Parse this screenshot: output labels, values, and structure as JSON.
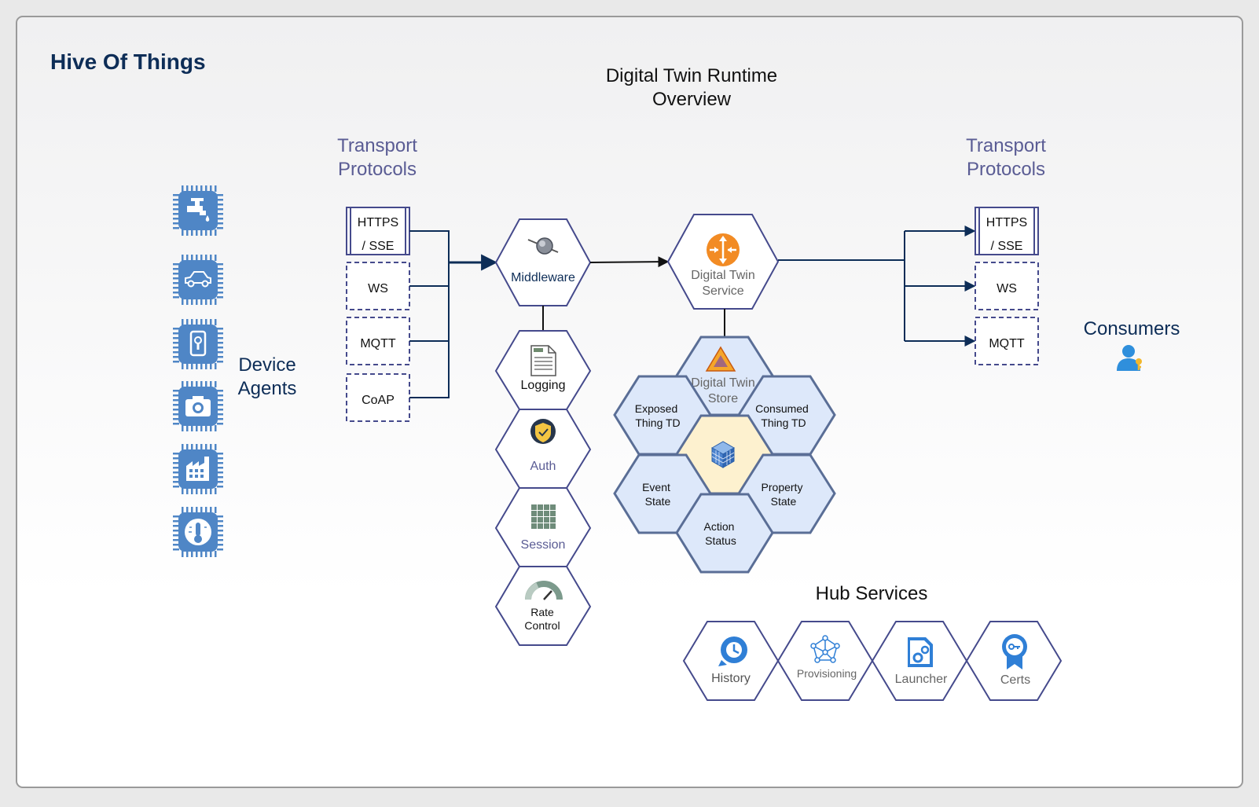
{
  "app": {
    "title": "Hive Of Things"
  },
  "diagram": {
    "title_line1": "Digital Twin Runtime",
    "title_line2": "Overview",
    "device_agents": {
      "label_line1": "Device",
      "label_line2": "Agents",
      "icons": [
        "faucet-chip-icon",
        "car-chip-icon",
        "lock-chip-icon",
        "camera-chip-icon",
        "factory-chip-icon",
        "thermometer-chip-icon"
      ]
    },
    "transport_left": {
      "label_line1": "Transport",
      "label_line2": "Protocols",
      "protocols": [
        {
          "line1": "HTTPS",
          "line2": "/ SSE"
        },
        {
          "line1": "WS",
          "line2": ""
        },
        {
          "line1": "MQTT",
          "line2": ""
        },
        {
          "line1": "CoAP",
          "line2": ""
        }
      ]
    },
    "transport_right": {
      "label_line1": "Transport",
      "label_line2": "Protocols",
      "protocols": [
        {
          "line1": "HTTPS",
          "line2": "/ SSE"
        },
        {
          "line1": "WS",
          "line2": ""
        },
        {
          "line1": "MQTT",
          "line2": ""
        }
      ]
    },
    "middleware": {
      "label": "Middleware",
      "stack": [
        {
          "label": "Logging",
          "icon": "log-file-icon"
        },
        {
          "label": "Auth",
          "icon": "shield-icon"
        },
        {
          "label": "Session",
          "icon": "grid-icon"
        },
        {
          "label_line1": "Rate",
          "label_line2": "Control",
          "icon": "gauge-icon"
        }
      ]
    },
    "twin_service": {
      "label_line1": "Digital Twin",
      "label_line2": "Service",
      "icon": "router-icon"
    },
    "twin_store": {
      "label_line1": "Digital Twin",
      "label_line2": "Store",
      "icon": "warning-triangle-icon",
      "center_icon": "cube-icon",
      "cells": {
        "exposed": {
          "line1": "Exposed",
          "line2": "Thing TD"
        },
        "consumed": {
          "line1": "Consumed",
          "line2": "Thing TD"
        },
        "event": {
          "line1": "Event",
          "line2": "State"
        },
        "property": {
          "line1": "Property",
          "line2": "State"
        },
        "action": {
          "line1": "Action",
          "line2": "Status"
        }
      }
    },
    "consumers": {
      "label": "Consumers",
      "icon": "user-key-icon"
    },
    "hub_services": {
      "title": "Hub Services",
      "items": [
        {
          "label": "History",
          "icon": "history-icon"
        },
        {
          "label": "Provisioning",
          "icon": "network-icon"
        },
        {
          "label": "Launcher",
          "icon": "gear-file-icon"
        },
        {
          "label": "Certs",
          "icon": "cert-badge-icon"
        }
      ]
    }
  },
  "colors": {
    "navy": "#0d2d57",
    "hex_stroke": "#454a8c",
    "purple_text": "#5a5c94",
    "chip_blue": "#4f86c6",
    "store_fill": "#dde8fa",
    "store_stroke": "#5a6e96",
    "center_fill": "#fdf1cf"
  }
}
